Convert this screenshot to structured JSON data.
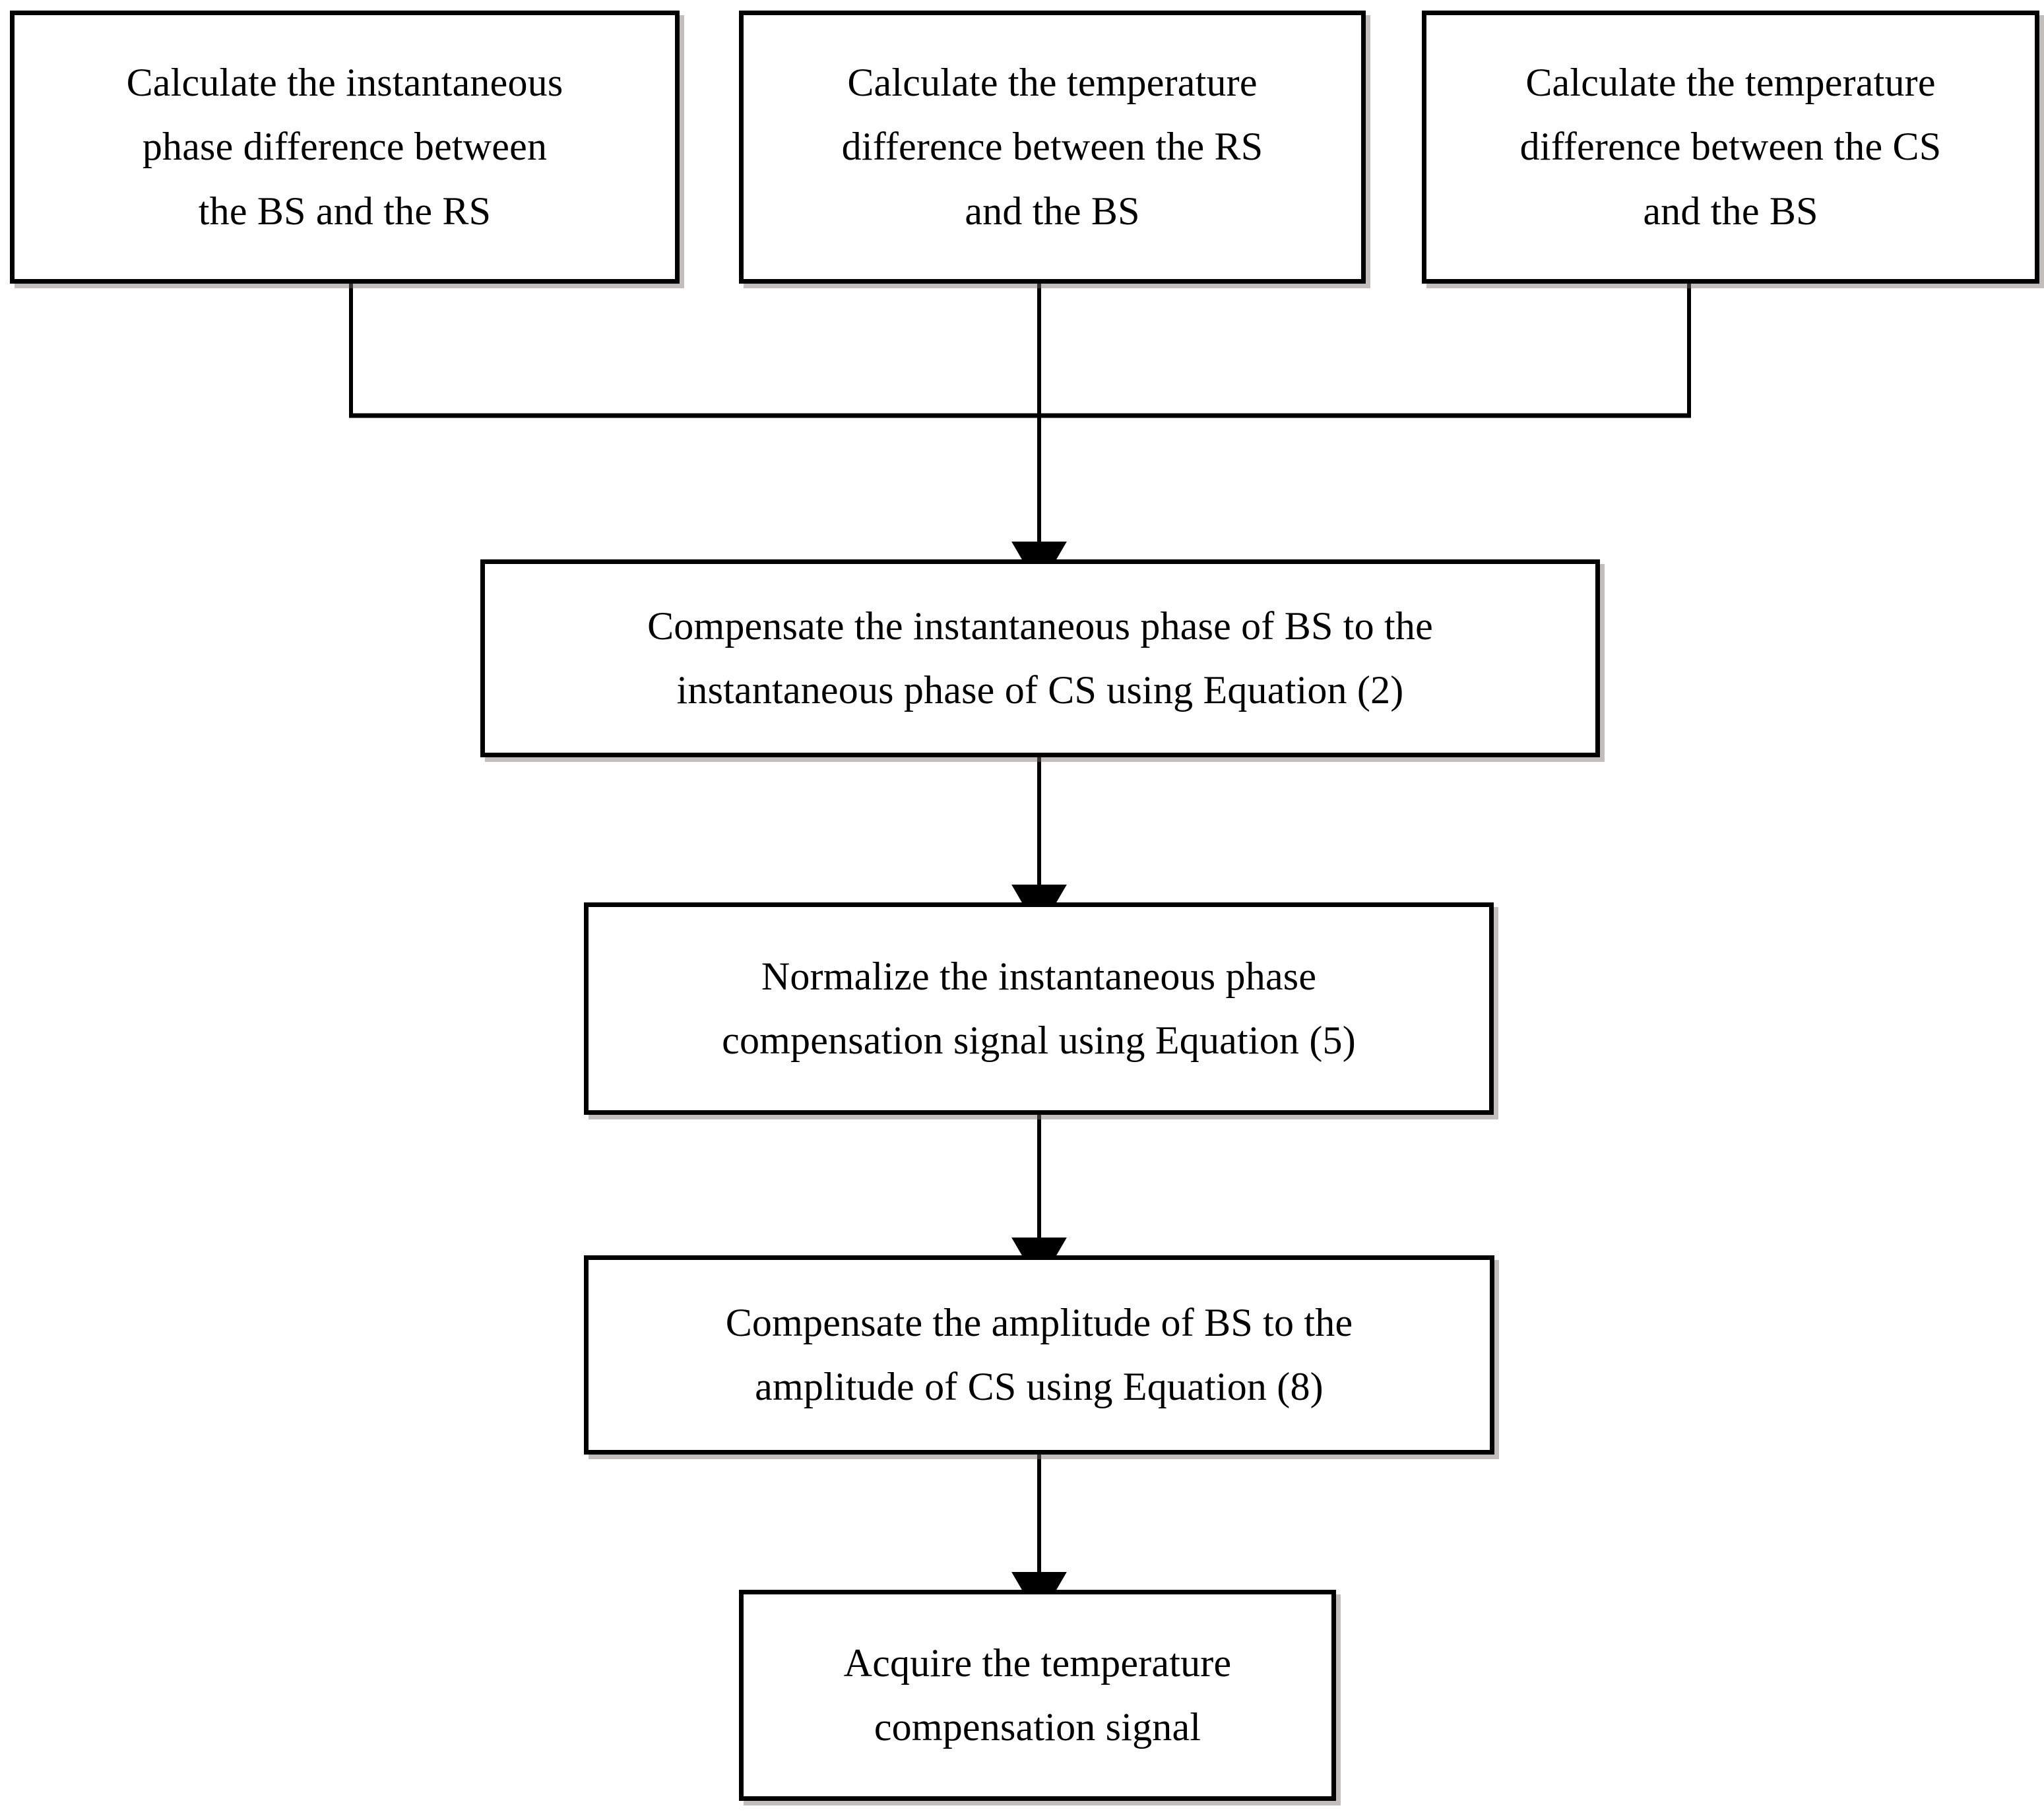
{
  "diagram": {
    "title": "Temperature compensation signal processing flowchart",
    "orientation": "top-to-bottom",
    "colors": {
      "box_border": "#000000",
      "box_fill": "#ffffff",
      "connector": "#000000",
      "shadow": "#786e69"
    },
    "nodes": [
      {
        "id": "calc-phase-diff-bs-rs",
        "text": "Calculate the instantaneous\nphase difference between\nthe BS and the RS"
      },
      {
        "id": "calc-temp-diff-rs-bs",
        "text": "Calculate the temperature\ndifference between the RS\nand the BS"
      },
      {
        "id": "calc-temp-diff-cs-bs",
        "text": "Calculate the temperature\ndifference between the CS\nand the BS"
      },
      {
        "id": "compensate-phase",
        "text": "Compensate the instantaneous phase of BS to the\ninstantaneous phase of CS using Equation (2)"
      },
      {
        "id": "normalize-phase",
        "text": "Normalize the instantaneous phase\ncompensation signal using Equation (5)"
      },
      {
        "id": "compensate-amplitude",
        "text": "Compensate the amplitude of BS to the\namplitude of CS using Equation (8)"
      },
      {
        "id": "acquire-signal",
        "text": "Acquire the temperature\ncompensation signal"
      }
    ],
    "edges": [
      {
        "id": "edge-merge-left",
        "from": "calc-phase-diff-bs-rs",
        "to": "junction-bar",
        "arrow": false
      },
      {
        "id": "edge-merge-middle",
        "from": "calc-temp-diff-rs-bs",
        "to": "junction-bar",
        "arrow": false
      },
      {
        "id": "edge-merge-right",
        "from": "calc-temp-diff-cs-bs",
        "to": "junction-bar",
        "arrow": false
      },
      {
        "id": "edge-to-compensate-phase",
        "from": "junction-bar",
        "to": "compensate-phase",
        "arrow": true
      },
      {
        "id": "edge-to-normalize",
        "from": "compensate-phase",
        "to": "normalize-phase",
        "arrow": true
      },
      {
        "id": "edge-to-compensate-amplitude",
        "from": "normalize-phase",
        "to": "compensate-amplitude",
        "arrow": true
      },
      {
        "id": "edge-to-acquire",
        "from": "compensate-amplitude",
        "to": "acquire-signal",
        "arrow": true
      }
    ]
  }
}
